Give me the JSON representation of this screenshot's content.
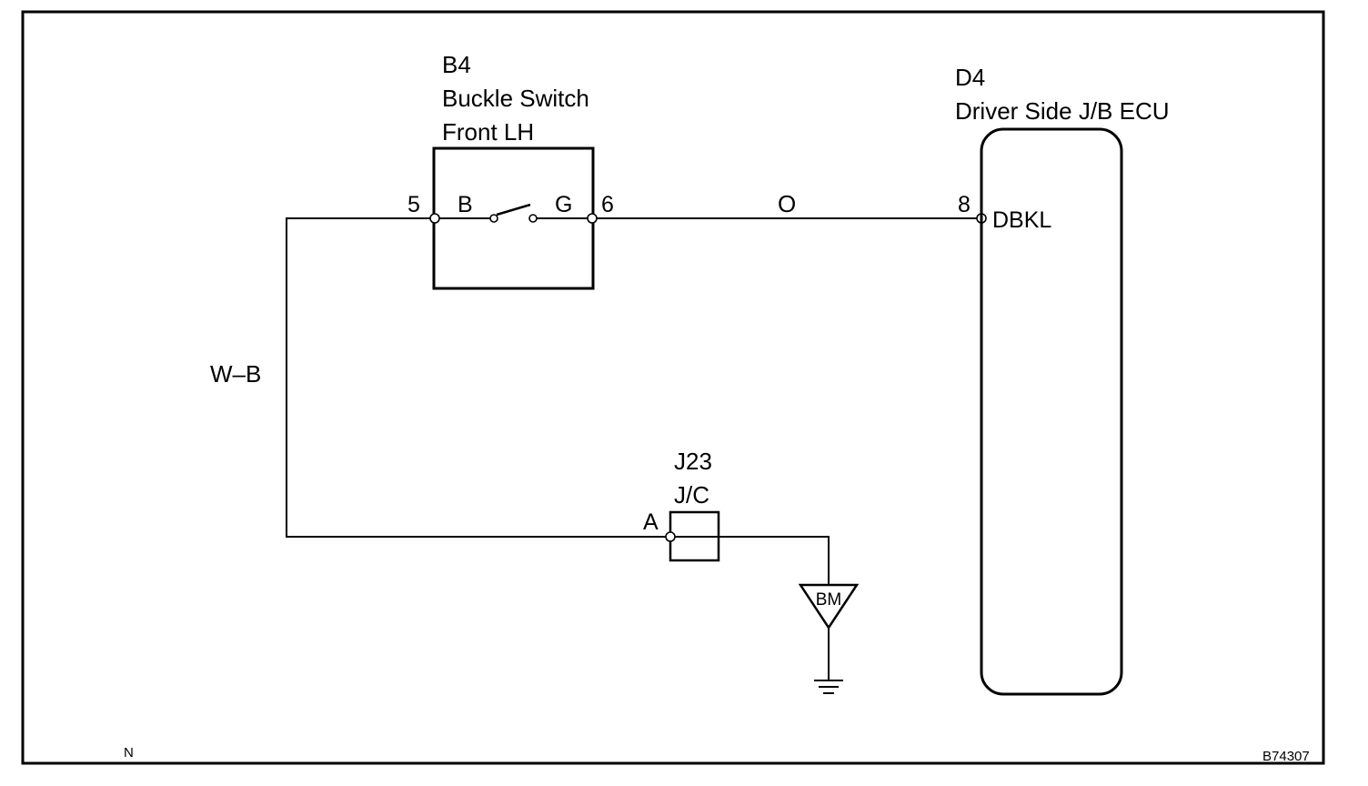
{
  "components": {
    "buckle_switch": {
      "code": "B4",
      "name_line1": "Buckle Switch",
      "name_line2": "Front LH",
      "pin_left_label": "B",
      "pin_right_label": "G"
    },
    "ecu": {
      "code": "D4",
      "name": "Driver Side J/B ECU",
      "terminal": "DBKL"
    },
    "junction": {
      "code": "J23",
      "name": "J/C",
      "pin": "A"
    },
    "ground": {
      "label": "BM"
    }
  },
  "pins": {
    "p5": "5",
    "p6": "6",
    "p8": "8"
  },
  "wires": {
    "switch_to_ecu": "O",
    "ground_wire": "W–B"
  },
  "footer": {
    "left_code": "N",
    "figure_id": "B74307"
  }
}
